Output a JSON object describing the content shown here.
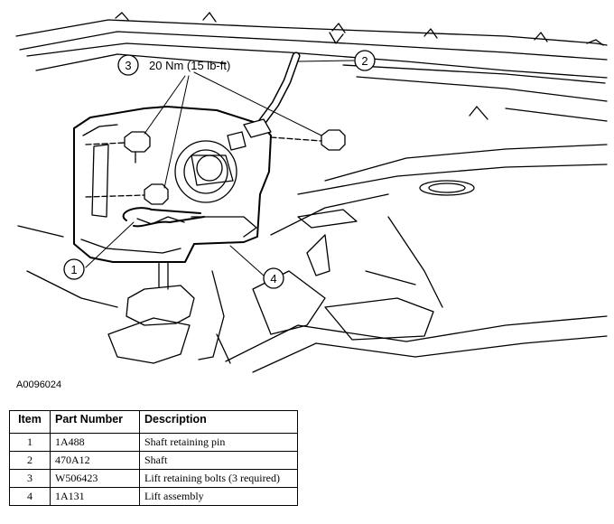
{
  "figure": {
    "id": "A0096024",
    "callouts": [
      {
        "number": "1"
      },
      {
        "number": "2"
      },
      {
        "number": "3",
        "note": "20 Nm (15 lb-ft)"
      },
      {
        "number": "4"
      }
    ]
  },
  "table": {
    "headers": [
      "Item",
      "Part Number",
      "Description"
    ],
    "rows": [
      {
        "item": "1",
        "part_number": "1A488",
        "description": "Shaft retaining pin"
      },
      {
        "item": "2",
        "part_number": "470A12",
        "description": "Shaft"
      },
      {
        "item": "3",
        "part_number": "W506423",
        "description": "Lift retaining bolts (3 required)"
      },
      {
        "item": "4",
        "part_number": "1A131",
        "description": "Lift assembly"
      }
    ]
  }
}
